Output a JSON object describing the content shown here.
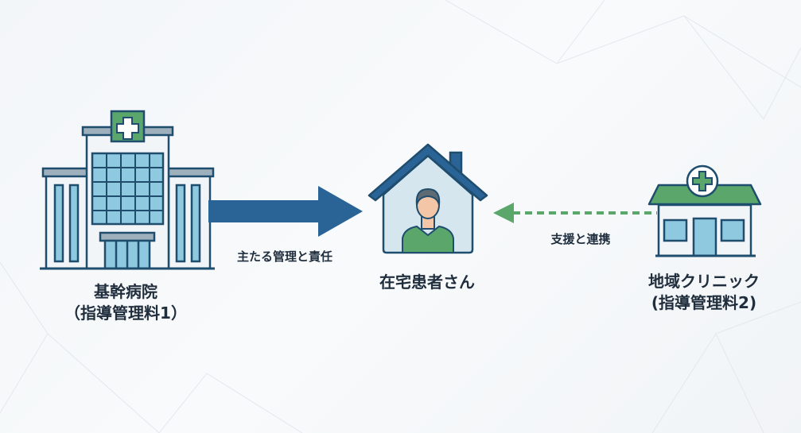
{
  "hospital": {
    "name": "基幹病院",
    "fee": "（指導管理料1）"
  },
  "patient": {
    "name": "在宅患者さん"
  },
  "clinic": {
    "name": "地域クリニック",
    "fee": "(指導管理料2)"
  },
  "arrows": {
    "main": "主たる管理と責任",
    "support": "支援と連携"
  },
  "colors": {
    "blue": "#2a6496",
    "dark": "#1f4d6e",
    "green": "#5aa66b",
    "glass": "#8ec9e0"
  }
}
